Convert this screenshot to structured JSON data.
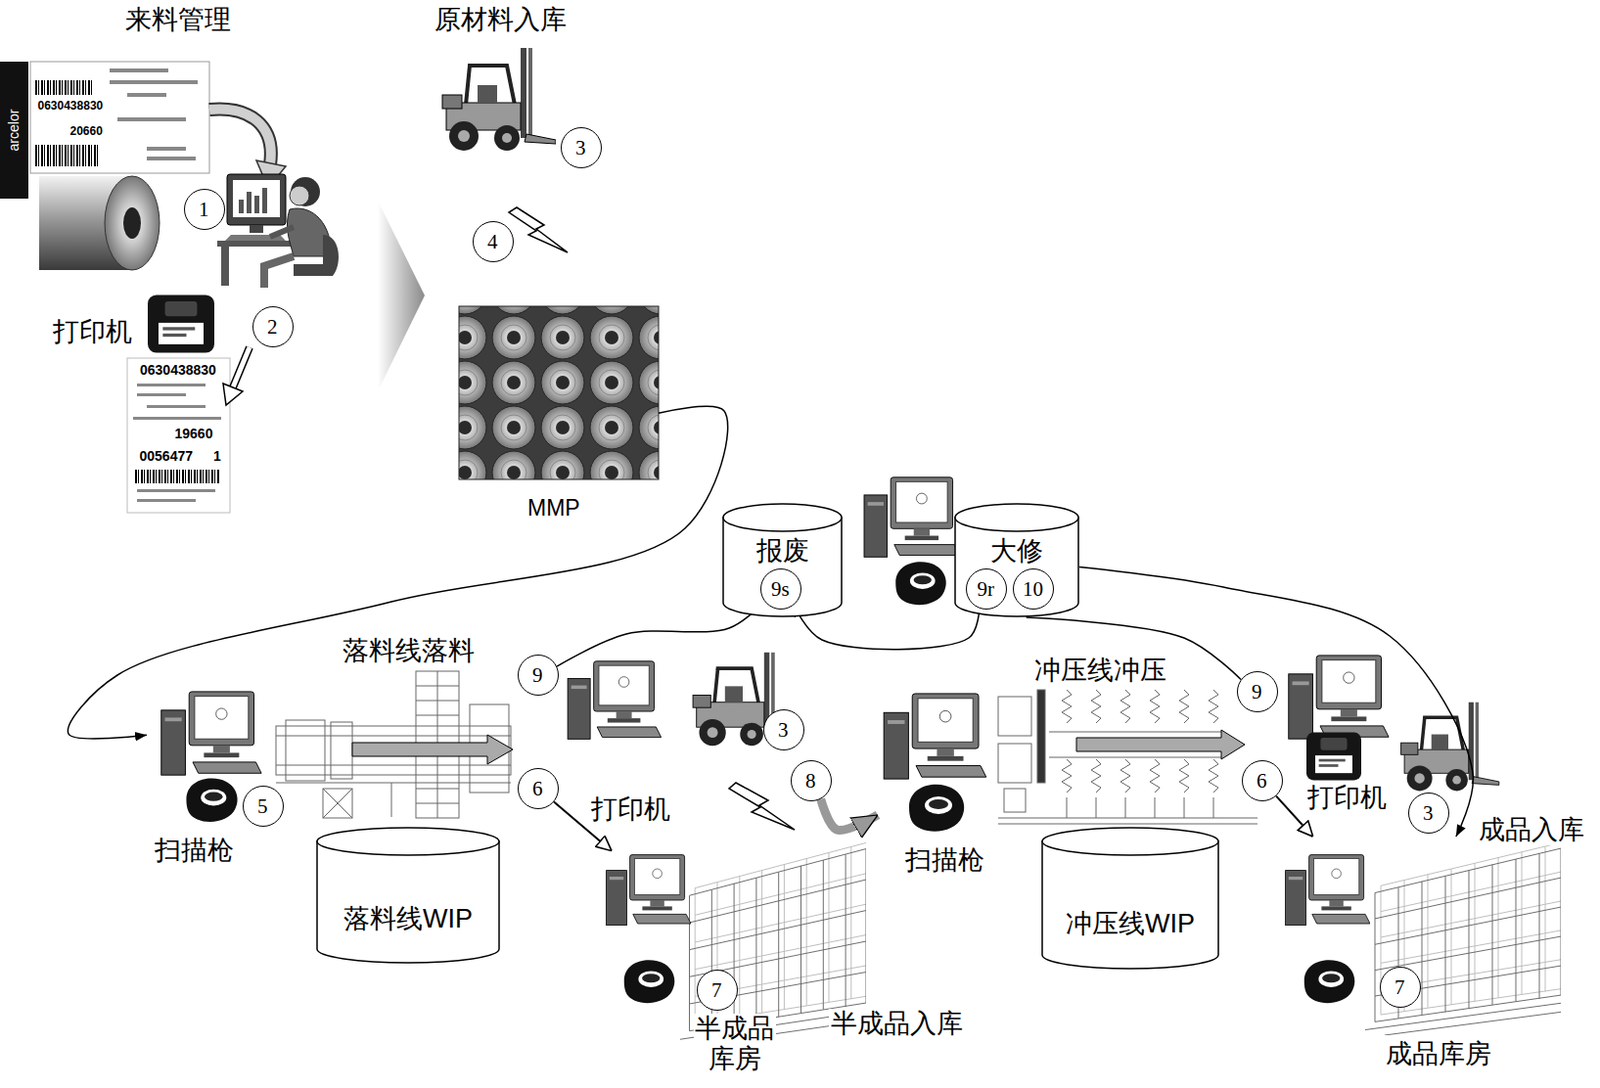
{
  "diagram": {
    "nodes": [
      {
        "text": [
          "1"
        ]
      },
      {
        "text": [
          "2"
        ]
      },
      {
        "text": [
          "3"
        ]
      },
      {
        "text": [
          "4"
        ]
      },
      {
        "text": [
          "MMP"
        ]
      },
      {
        "text": [
          "报废"
        ]
      },
      {
        "text": [
          "9s"
        ],
        "in": 5
      },
      {
        "text": [
          "大修"
        ]
      },
      {
        "text": [
          "9r"
        ],
        "in": 7
      },
      {
        "text": [
          "10"
        ],
        "in": 7
      },
      {
        "text": [
          "落料线落料"
        ]
      },
      {
        "text": [
          "9"
        ]
      },
      {
        "text": [
          "3"
        ]
      },
      {
        "text": [
          "冲压线冲压"
        ]
      },
      {
        "text": [
          "9"
        ]
      },
      {
        "text": [
          "5"
        ]
      },
      {
        "text": [
          "6"
        ]
      },
      {
        "text": [
          "8"
        ]
      },
      {
        "text": [
          "6"
        ]
      },
      {
        "text": [
          "3"
        ]
      },
      {
        "text": [
          "落料线WIP"
        ]
      },
      {
        "text": [
          "冲压线WIP"
        ]
      },
      {
        "text": [
          "7"
        ]
      },
      {
        "text": [
          "半成品库房"
        ]
      },
      {
        "text": [
          "7"
        ]
      },
      {
        "text": [
          "成品库房"
        ]
      }
    ],
    "edges": [
      {
        "from": 4,
        "to": 10,
        "arrow": "to"
      },
      {
        "from": 11,
        "to": 6,
        "arrow": "to"
      },
      {
        "from": 8,
        "to": 6,
        "arrow": "to"
      },
      {
        "from": 14,
        "to": 7,
        "arrow": "none"
      },
      {
        "from": 7,
        "to": 25,
        "arrow": "to"
      },
      {
        "from": 16,
        "to": 23,
        "arrow": "to"
      },
      {
        "from": 18,
        "to": 25,
        "arrow": "to"
      },
      {
        "from": 17,
        "to": 13,
        "arrow": "to"
      }
    ],
    "labels": [
      "来料管理",
      "原材料入库",
      "arcelor",
      "0630438830",
      "20660",
      "打印机",
      "0630438830",
      "19660",
      "0056477",
      "1",
      "扫描枪",
      "打印机",
      "半成品入库",
      "扫描枪",
      "打印机",
      "成品入库"
    ]
  }
}
